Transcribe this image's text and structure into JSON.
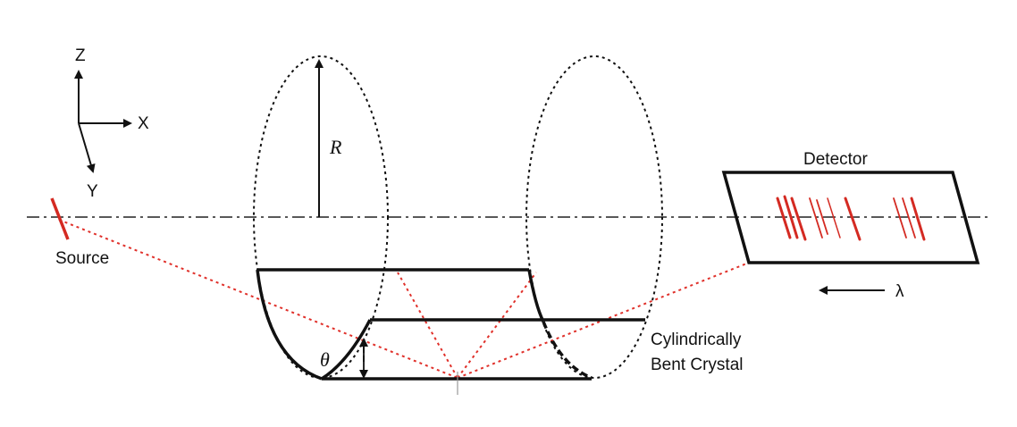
{
  "labels": {
    "axis_z": "Z",
    "axis_x": "X",
    "axis_y": "Y",
    "radius": "R",
    "theta": "θ",
    "source": "Source",
    "detector": "Detector",
    "crystal_line1": "Cylindrically",
    "crystal_line2": "Bent Crystal",
    "lambda": "λ"
  },
  "colors": {
    "line": "#111111",
    "ray": "#e0302a",
    "spectral_line": "#d42a22"
  }
}
